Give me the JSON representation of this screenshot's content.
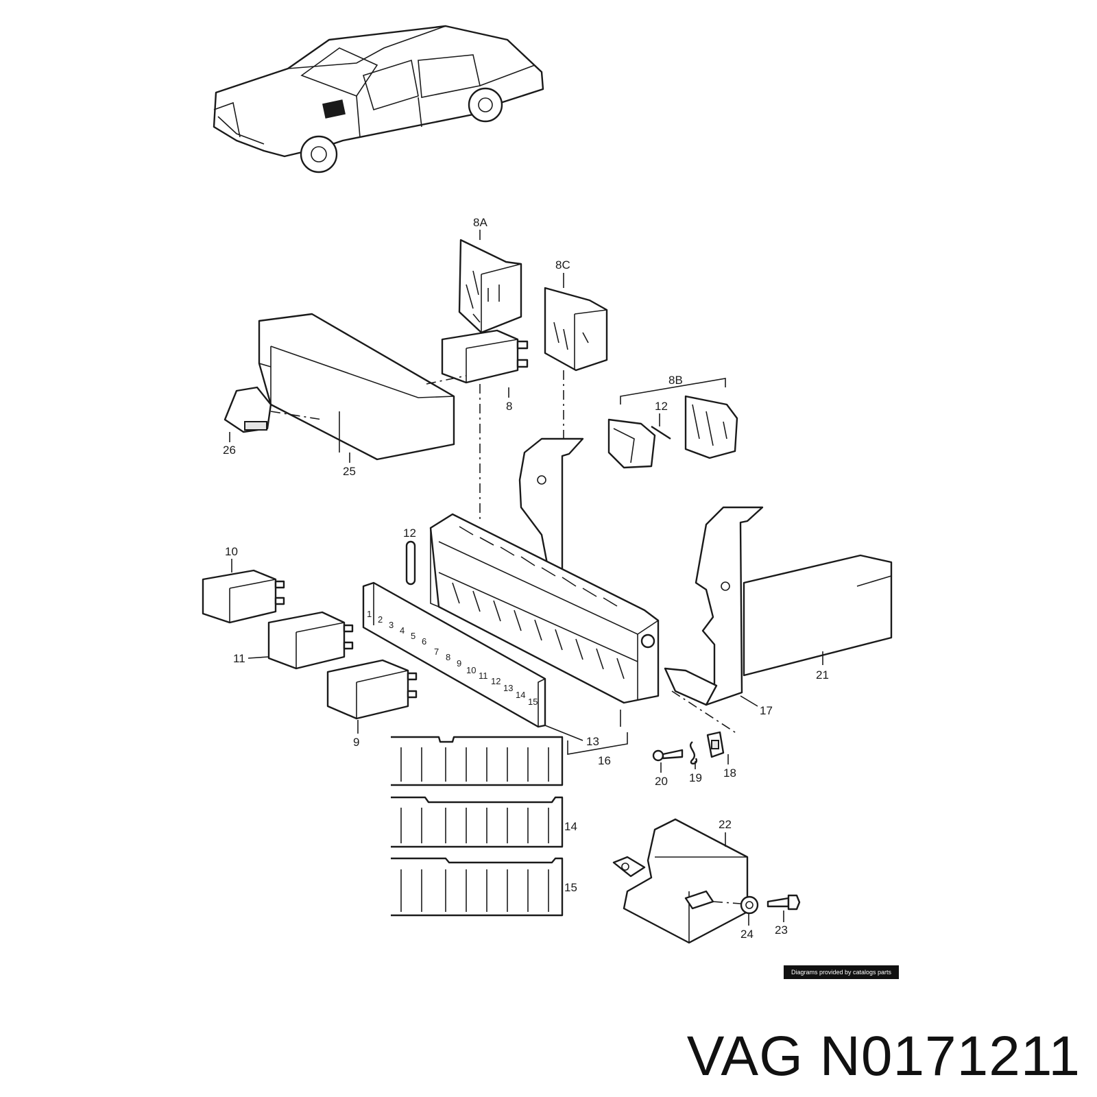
{
  "diagram": {
    "callouts": {
      "c8A": "8A",
      "c8C": "8C",
      "c8B": "8B",
      "c8": "8",
      "c12a": "12",
      "c12b": "12",
      "c25": "25",
      "c26": "26",
      "c10": "10",
      "c11": "11",
      "c9": "9",
      "c13": "13",
      "c16": "16",
      "c17": "17",
      "c21": "21",
      "c18": "18",
      "c19": "19",
      "c20": "20",
      "c14": "14",
      "c15": "15",
      "c22": "22",
      "c23": "23",
      "c24": "24"
    },
    "fuse_numbers": [
      "1",
      "2",
      "3",
      "4",
      "5",
      "6",
      "7",
      "8",
      "9",
      "10",
      "11",
      "12",
      "13",
      "14",
      "15"
    ]
  },
  "credit": "Diagrams provided by catalogs parts",
  "caption": "VAG N0171211"
}
